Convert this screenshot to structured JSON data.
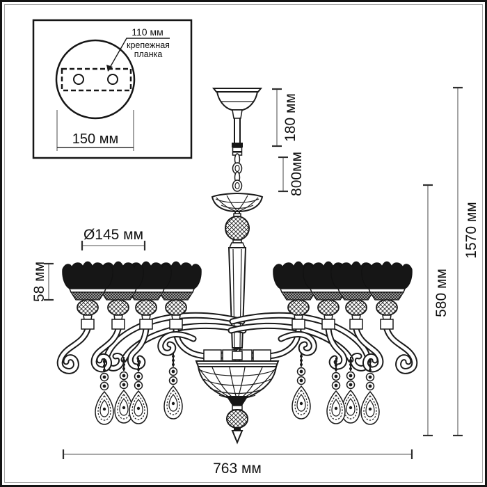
{
  "figure": {
    "type": "technical dimension diagram",
    "subject": "8-arm chandelier with crystal pendants"
  },
  "inset": {
    "hole_spacing_label": "110 мм",
    "plate_label_line1": "крепежная",
    "plate_label_line2": "планка",
    "base_width_label": "150 мм"
  },
  "dimensions": {
    "canopy_section_height": "180 мм",
    "suspension_length": "800мм",
    "total_height": "1570 мм",
    "body_height": "580 мм",
    "shade_diameter": "Ø145 мм",
    "shade_height": "58 мм",
    "total_width": "763 мм"
  },
  "colors": {
    "line": "#1a1a1a",
    "dim_line": "#8c8c8c",
    "dim_tick": "#2e2e2e",
    "shade_fill": "#161616",
    "background": "#ffffff"
  }
}
